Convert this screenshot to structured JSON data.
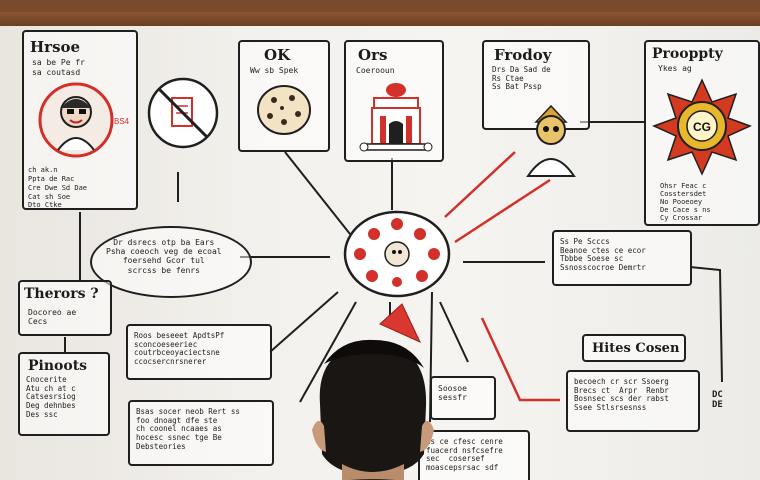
{
  "boxes": {
    "top_left": {
      "title": "Hrsoe",
      "lines": [
        "sa be Pe fr",
        "sa coutasd"
      ],
      "footer": [
        "ch ak.n",
        "Ppta de Rac",
        "Cre Dwe Sd Dae",
        "Cat sh Soe",
        "Dto Ctke"
      ]
    },
    "ok": {
      "title": "OK",
      "sub": "Ww sb Spek"
    },
    "ors": {
      "title": "Ors",
      "sub": "Coerooun"
    },
    "prodoy": {
      "title": "Frodoy",
      "sub": "Drs Da Sad de\nRs Ctae\nSs Bat Pssp"
    },
    "prooppty": {
      "title": "Prooppty",
      "sub": "Ykes ag",
      "footer": "Ohsr Feac c\nCosstersdet\nNo Pooeoey\nDe Cace s ns\nCy Crossar",
      "badge": "CG"
    },
    "left_mid": {
      "title": "Therors ?",
      "lines": "Docoreo ae\nCecs"
    },
    "left_low": {
      "title": "Pinoots",
      "lines": "Cnocerite\nAtu ch at c\nCatsesrsiog\nDeg dehnbes\nDes ssc"
    },
    "oval": {
      "lines": "Dr dsrecs otp ba Ears\nPsha coeoch veg de ecoal\nfoersehd Gcor tul\nscrcss be fenrs"
    },
    "center_text": {
      "lines": "Roos beseeet ApdtsPf\nsconcoeseeriec\ncoutrbceoyaciectsne\nccocsercnrsnerer"
    },
    "bottom_mid": {
      "lines": "Bsas socer neob Rert ss\nfoo dnoagt dfe ste\nch coonel ncaaes as\nhocesc ssnec tge Be\nDebsteories"
    },
    "right_mid": {
      "lines": "Ss Pe Scccs\nBeanoe ctes ce ecor\nTbbbe Soese sc\nSsnosscocroe Demrtr"
    },
    "right_low": {
      "title": "Hites Cosen",
      "lines": "becoech cr scr Ssoerg\nBrecs ct  Arpr  Renbr\nBosnsec scs der rabst\nSsee Stlsrsesnss"
    },
    "small_mid": {
      "lines": "Soosoe\nsessfr"
    },
    "bottom_center": {
      "lines": "ns ce cfesc cenre\nfuacerd nsfcsefre\nsec  cosersef\nmoascepsrsac sdf"
    },
    "side_note": "DC DE"
  },
  "colors": {
    "ink": "#1f1f1f",
    "accent_red": "#d2302a",
    "frame": "#7a4a2c"
  }
}
